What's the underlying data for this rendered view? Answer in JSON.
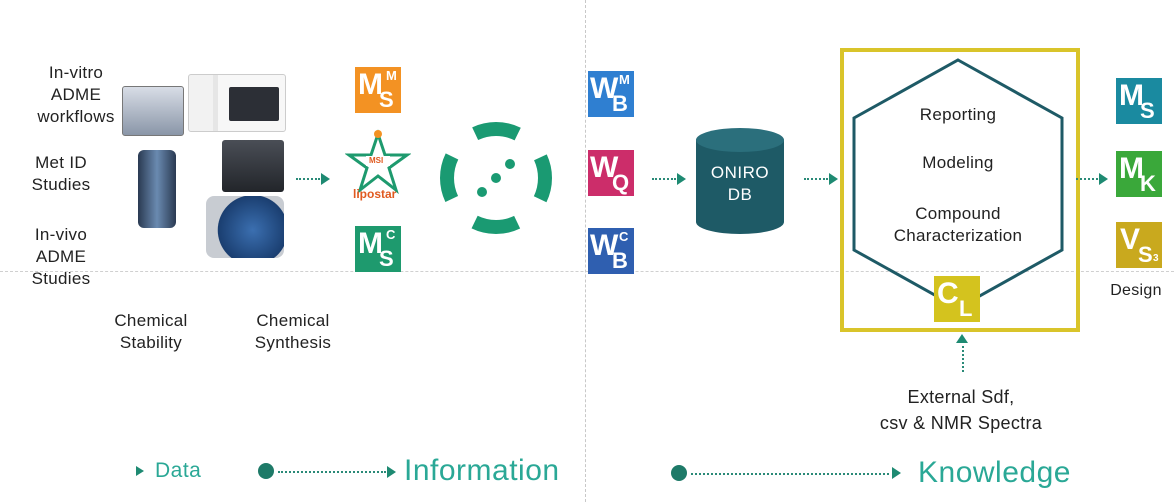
{
  "labels": {
    "invitro": [
      "In-vitro",
      "ADME",
      "workflows"
    ],
    "metid": [
      "Met ID",
      "Studies"
    ],
    "invivo": [
      "In-vivo",
      "ADME",
      "Studies"
    ],
    "chem_stability": [
      "Chemical",
      "Stability"
    ],
    "chem_synthesis": [
      "Chemical",
      "Synthesis"
    ],
    "oniro_db": [
      "ONIRO",
      "DB"
    ],
    "hexagon": {
      "reporting": "Reporting",
      "modeling": "Modeling",
      "compound": [
        "Compound",
        "Characterization"
      ]
    },
    "external": [
      "External Sdf,",
      "csv & NMR Spectra"
    ],
    "design": "Design",
    "lipostar": "lipostar",
    "msi": "MSI"
  },
  "logos": {
    "mm_s": {
      "big1": "M",
      "sup": "M",
      "big2": "S",
      "color": "#f39223"
    },
    "mc_s": {
      "big1": "M",
      "sup": "C",
      "big2": "S",
      "color": "#1e9a6e"
    },
    "wm_b": {
      "big1": "W",
      "sup": "M",
      "big2": "B",
      "color": "#2f7fd1"
    },
    "w_q": {
      "big1": "W",
      "sup": "",
      "big2": "Q",
      "color": "#cc2d6a"
    },
    "wc_b": {
      "big1": "W",
      "sup": "C",
      "big2": "B",
      "color": "#2f5fb0"
    },
    "cl": {
      "big1": "C",
      "sup": "",
      "big2": "L",
      "color": "#d4c31e"
    },
    "ms": {
      "big1": "M",
      "sup": "",
      "big2": "S",
      "color": "#1a8aa0"
    },
    "mk": {
      "big1": "M",
      "sup": "",
      "big2": "K",
      "color": "#3aa83a"
    },
    "vs3": {
      "big1": "V",
      "sup": "",
      "big2": "S",
      "sub": "3",
      "color": "#c9a91e"
    }
  },
  "flow": {
    "data": "Data",
    "information": "Information",
    "knowledge": "Knowledge"
  },
  "colors": {
    "teal": "#1e8a72",
    "dark_teal": "#1e5a66",
    "frame_yellow": "#d9c42a",
    "flow_text": "#2aa896"
  },
  "icons": [
    "instrument-photo",
    "lipostar-star-logo",
    "circle-dots-logo",
    "database-cylinder",
    "hexagon-outline",
    "dotted-arrow"
  ]
}
